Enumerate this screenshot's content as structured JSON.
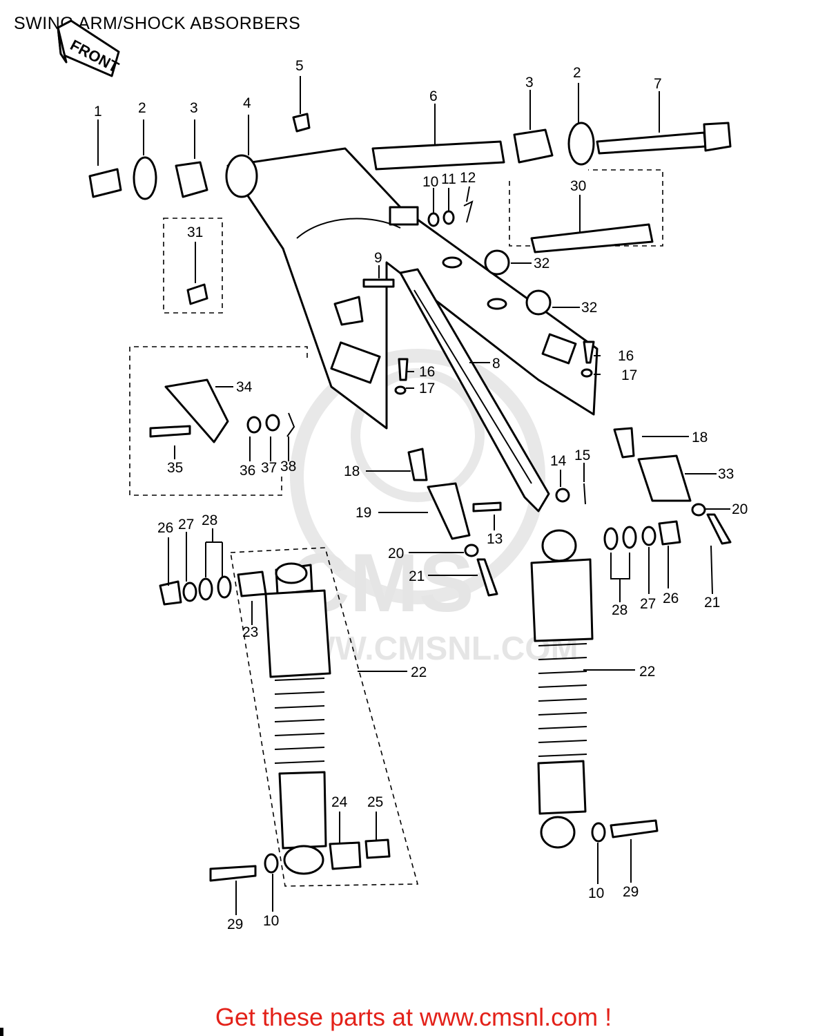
{
  "title": "SWING ARM/SHOCK ABSORBERS",
  "front_arrow_label": "FRONT",
  "watermark": {
    "brand": "CMS",
    "url": "WWW.CMSNL.COM"
  },
  "promo_text": "Get these parts at www.cmsnl.com !",
  "callouts": {
    "c1": "1",
    "c2a": "2",
    "c3a": "3",
    "c4": "4",
    "c5": "5",
    "c6": "6",
    "c3b": "3",
    "c2b": "2",
    "c7": "7",
    "c10a": "10",
    "c11": "11",
    "c12": "12",
    "c30": "30",
    "c31": "31",
    "c9": "9",
    "c32a": "32",
    "c32b": "32",
    "c16a": "16",
    "c17a": "17",
    "c16b": "16",
    "c17b": "17",
    "c8": "8",
    "c34": "34",
    "c35": "35",
    "c36": "36",
    "c37": "37",
    "c38": "38",
    "c18a": "18",
    "c18b": "18",
    "c14": "14",
    "c15": "15",
    "c33": "33",
    "c19": "19",
    "c13": "13",
    "c20a": "20",
    "c20b": "20",
    "c21a": "21",
    "c21b": "21",
    "c26a": "26",
    "c27a": "27",
    "c28a": "28",
    "c28b": "28",
    "c27b": "27",
    "c26b": "26",
    "c23": "23",
    "c22a": "22",
    "c22b": "22",
    "c24": "24",
    "c25": "25",
    "c29a": "29",
    "c10b": "10",
    "c10c": "10",
    "c29b": "29"
  }
}
